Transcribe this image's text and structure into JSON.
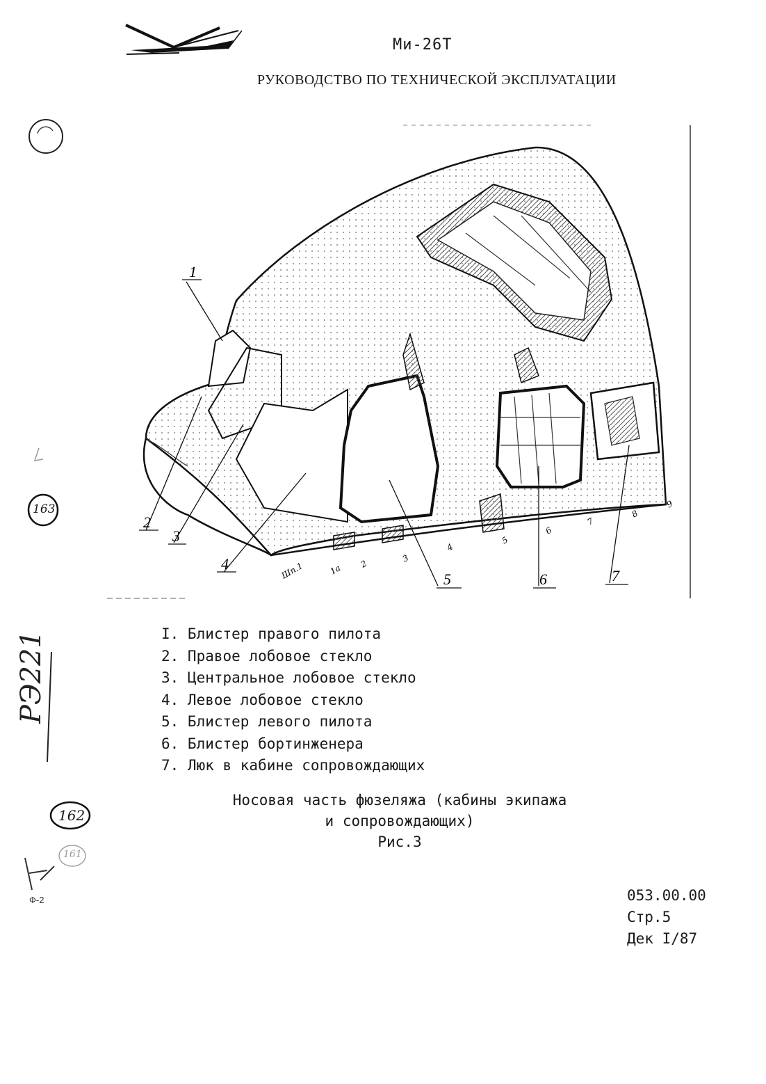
{
  "header": {
    "model": "Ми-26Т",
    "manual_title": "РУКОВОДСТВО ПО ТЕХНИЧЕСКОЙ ЭКСПЛУАТАЦИИ"
  },
  "figure": {
    "callouts": [
      "1",
      "2",
      "3",
      "4",
      "5",
      "6",
      "7"
    ],
    "frame_labels": [
      "Шп.1",
      "1а",
      "2",
      "3",
      "4",
      "5",
      "6",
      "7",
      "8",
      "9"
    ]
  },
  "legend": {
    "items": [
      "I. Блистер правого пилота",
      "2. Правое лобовое стекло",
      "3. Центральное лобовое стекло",
      "4. Левое лобовое стекло",
      "5. Блистер левого пилота",
      "6. Блистер бортинженера",
      "7. Люк в кабине сопровождающих"
    ]
  },
  "caption": {
    "line1": "Носовая часть фюзеляжа (кабины экипажа",
    "line2": "и сопровождающих)",
    "figure_no": "Рис.3"
  },
  "doc_ref": {
    "code": "053.00.00",
    "page": "Стр.5",
    "date": "Дек I/87"
  },
  "margin_marks": {
    "stamp_a": "163",
    "handwritten": "РЭ221",
    "stamp_b": "162",
    "stamp_c": "161",
    "form": "Ф-2"
  }
}
